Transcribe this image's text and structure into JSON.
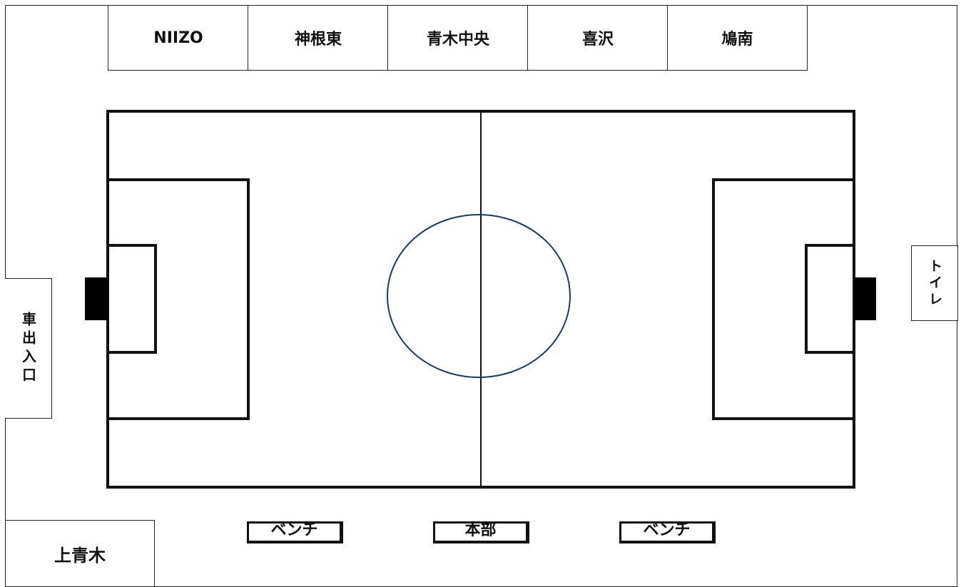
{
  "teams": [
    "NIIZO",
    "神根東",
    "青木中央",
    "喜沢",
    "鳩南"
  ],
  "labels": {
    "entrance": "車出入口",
    "toilet": "トイレ",
    "corner": "上青木",
    "bench_left": "ベンチ",
    "headquarters": "本部",
    "bench_right": "ベンチ"
  },
  "colors": {
    "lines": "#111111",
    "center_circle": "#1f3a5f",
    "background": "#ffffff"
  }
}
